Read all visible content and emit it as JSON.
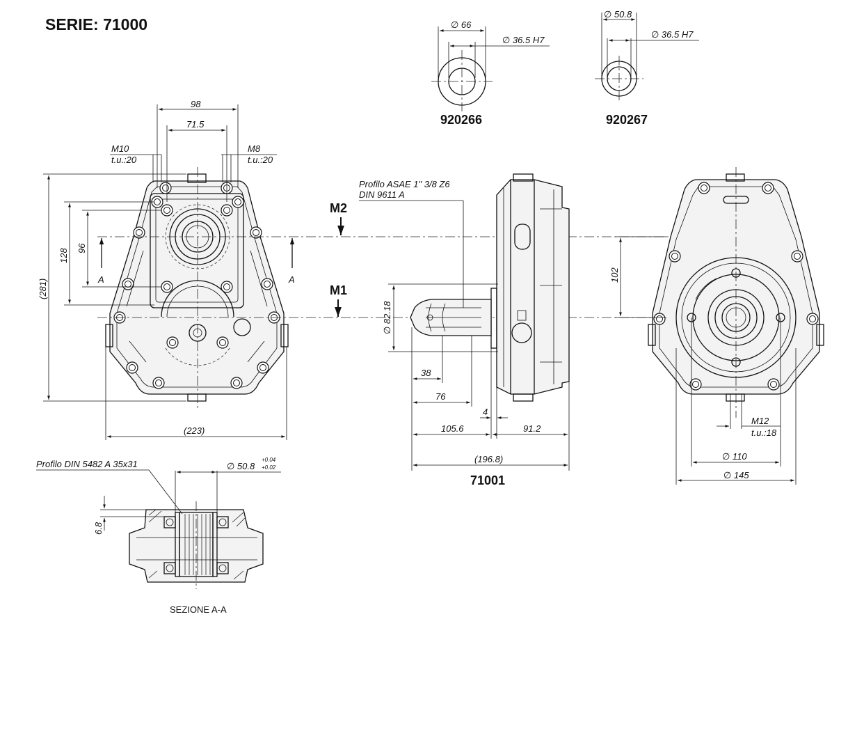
{
  "title": "SERIE: 71000",
  "couplings": [
    {
      "code": "920266",
      "outer_dia": "∅ 66",
      "inner_dia": "∅ 36.5 H7"
    },
    {
      "code": "920267",
      "outer_dia": "∅ 50.8",
      "inner_dia": "∅ 36.5 H7"
    }
  ],
  "front_view": {
    "dims": {
      "width_top": "98",
      "width_inner": "71.5",
      "thread_left": "M10",
      "thread_left_depth": "t.u.:20",
      "thread_right": "M8",
      "thread_right_depth": "t.u.:20",
      "height_total": "(281)",
      "height_128": "128",
      "height_96": "96",
      "width_total": "(223)"
    },
    "section_marks": [
      "A",
      "A"
    ]
  },
  "ports": [
    "M2",
    "M1"
  ],
  "side_view": {
    "code": "71001",
    "profile_note_1": "Profilo ASAE 1\" 3/8 Z6",
    "profile_note_2": "DIN 9611 A",
    "shaft_dia": "∅ 82.18",
    "dims": {
      "d38": "38",
      "d76": "76",
      "d4": "4",
      "d105": "105.6",
      "d91": "91.2",
      "d196": "(196.8)"
    }
  },
  "rear_view": {
    "dims": {
      "height_102": "102",
      "thread": "M12",
      "thread_depth": "t.u.:18",
      "dia_110": "∅ 110",
      "dia_145": "∅ 145"
    }
  },
  "section_view": {
    "profile_note": "Profilo DIN 5482 A 35x31",
    "bore_dia": "∅ 50.8",
    "tol_upper": "+0.04",
    "tol_lower": "+0.02",
    "depth": "6.8",
    "label": "SEZIONE A-A"
  }
}
